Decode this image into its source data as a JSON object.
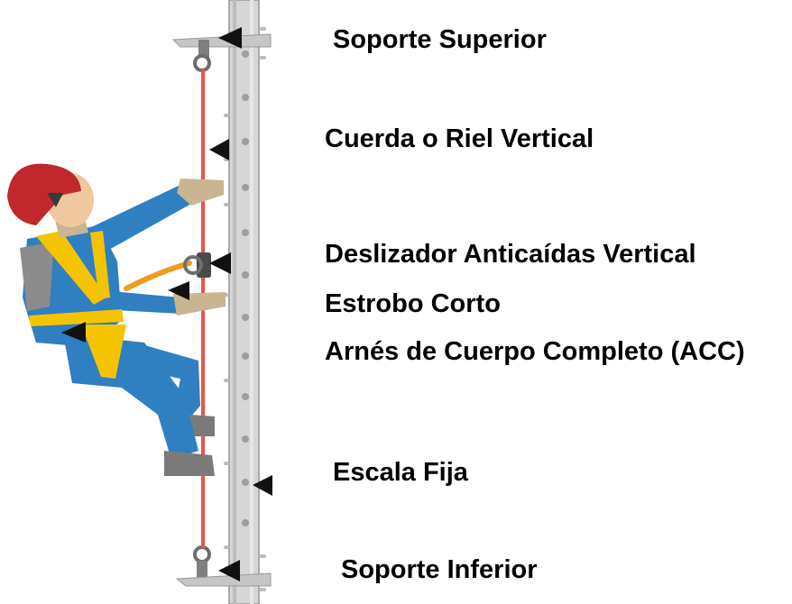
{
  "labels": {
    "top_support": "Soporte Superior",
    "vertical_rail": "Cuerda o Riel Vertical",
    "fall_arrester": "Deslizador Anticaídas Vertical",
    "short_lanyard": "Estrobo Corto",
    "full_body_harness": "Arnés de Cuerpo Completo (ACC)",
    "fixed_ladder": "Escala Fija",
    "bottom_support": "Soporte Inferior"
  },
  "colors": {
    "rail_line": "#e8554a",
    "ladder": "#d4d4d4",
    "helmet": "#c0282d",
    "suit": "#2f7fc1",
    "harness": "#f5c400",
    "lanyard": "#f29a1e",
    "gloves": "#c9b58f",
    "boots": "#7a7a7a",
    "markers": "#111111"
  }
}
